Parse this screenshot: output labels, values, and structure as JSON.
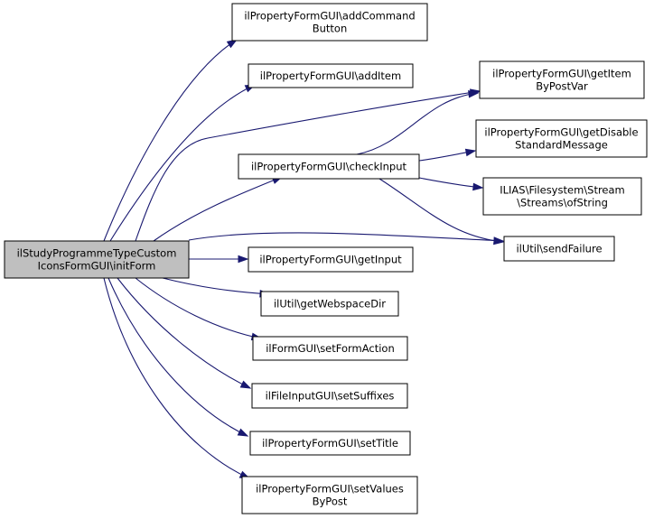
{
  "nodes": [
    {
      "id": "root",
      "lines": [
        "ilStudyProgrammeTypeCustom",
        "IconsFormGUI\\initForm"
      ]
    },
    {
      "id": "addCommandButton",
      "lines": [
        "ilPropertyFormGUI\\addCommand",
        "Button"
      ]
    },
    {
      "id": "addItem",
      "lines": [
        "ilPropertyFormGUI\\addItem"
      ]
    },
    {
      "id": "checkInput",
      "lines": [
        "ilPropertyFormGUI\\checkInput"
      ]
    },
    {
      "id": "getInput",
      "lines": [
        "ilPropertyFormGUI\\getInput"
      ]
    },
    {
      "id": "getWebspaceDir",
      "lines": [
        "ilUtil\\getWebspaceDir"
      ]
    },
    {
      "id": "setFormAction",
      "lines": [
        "ilFormGUI\\setFormAction"
      ]
    },
    {
      "id": "setSuffixes",
      "lines": [
        "ilFileInputGUI\\setSuffixes"
      ]
    },
    {
      "id": "setTitle",
      "lines": [
        "ilPropertyFormGUI\\setTitle"
      ]
    },
    {
      "id": "setValuesByPost",
      "lines": [
        "ilPropertyFormGUI\\setValues",
        "ByPost"
      ]
    },
    {
      "id": "getItemByPostVar",
      "lines": [
        "ilPropertyFormGUI\\getItem",
        "ByPostVar"
      ]
    },
    {
      "id": "getDisableStandardMessage",
      "lines": [
        "ilPropertyFormGUI\\getDisable",
        "StandardMessage"
      ]
    },
    {
      "id": "ofString",
      "lines": [
        "ILIAS\\Filesystem\\Stream",
        "\\Streams\\ofString"
      ]
    },
    {
      "id": "sendFailure",
      "lines": [
        "ilUtil\\sendFailure"
      ]
    }
  ],
  "edges": [
    {
      "from": "root",
      "to": "addCommandButton"
    },
    {
      "from": "root",
      "to": "addItem"
    },
    {
      "from": "root",
      "to": "getItemByPostVar"
    },
    {
      "from": "root",
      "to": "checkInput"
    },
    {
      "from": "root",
      "to": "sendFailure"
    },
    {
      "from": "root",
      "to": "getInput"
    },
    {
      "from": "root",
      "to": "getWebspaceDir"
    },
    {
      "from": "root",
      "to": "setFormAction"
    },
    {
      "from": "root",
      "to": "setSuffixes"
    },
    {
      "from": "root",
      "to": "setTitle"
    },
    {
      "from": "root",
      "to": "setValuesByPost"
    },
    {
      "from": "checkInput",
      "to": "getItemByPostVar"
    },
    {
      "from": "checkInput",
      "to": "getDisableStandardMessage"
    },
    {
      "from": "checkInput",
      "to": "ofString"
    },
    {
      "from": "checkInput",
      "to": "sendFailure"
    }
  ]
}
